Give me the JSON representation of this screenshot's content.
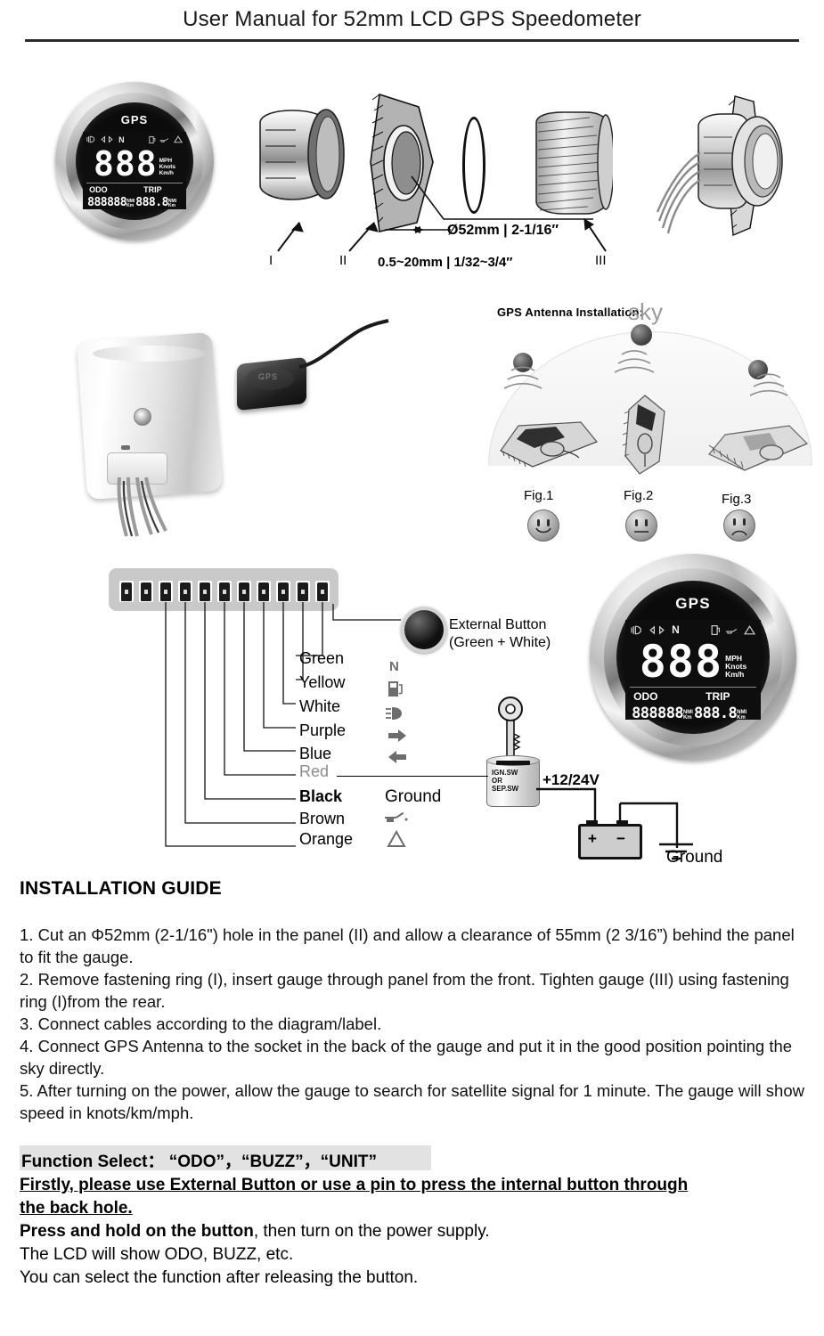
{
  "header": {
    "title": "User Manual for 52mm LCD GPS Speedometer"
  },
  "gauge": {
    "brand": "GPS",
    "speed_digits": "888",
    "units": [
      "MPH",
      "Knots",
      "Km/h"
    ],
    "odo_label": "ODO",
    "trip_label": "TRIP",
    "odo_digits": "888888",
    "trip_digits": "888.8",
    "odo_unit_top": "NMI",
    "odo_unit_bottom": "Km",
    "trip_unit_top": "NMI",
    "trip_unit_bottom": "Km",
    "indicator_icons": [
      "headlight-icon",
      "turn-left-icon",
      "turn-right-icon",
      "neutral-n",
      "fuel-icon",
      "oil-icon",
      "warning-icon"
    ],
    "neutral_letter": "N"
  },
  "exploded": {
    "callouts": [
      {
        "id": "I",
        "label": "I"
      },
      {
        "id": "II",
        "label": "II"
      },
      {
        "id": "III",
        "label": "III"
      }
    ],
    "hole_dimension": "Ø52mm | 2-1/16″",
    "panel_thickness": "0.5~20mm | 1/32~3/4″"
  },
  "antenna_section": {
    "title": "GPS Antenna Installation:",
    "sky_label": "sky",
    "figures": [
      {
        "label": "Fig.1",
        "mood": "happy"
      },
      {
        "label": "Fig.2",
        "mood": "neutral"
      },
      {
        "label": "Fig.3",
        "mood": "sad"
      }
    ]
  },
  "wiring": {
    "external_button_line1": "External Button",
    "external_button_line2": "(Green + White)",
    "wires": [
      {
        "color_label": "Green",
        "symbol": "N",
        "symbol_type": "neutral"
      },
      {
        "color_label": "Yellow",
        "symbol": "fuel-icon",
        "symbol_type": "fuel"
      },
      {
        "color_label": "White",
        "symbol": "headlight-icon",
        "symbol_type": "headlight"
      },
      {
        "color_label": "Purple",
        "symbol": "arrow-right-icon",
        "symbol_type": "arrow-right"
      },
      {
        "color_label": "Blue",
        "symbol": "arrow-left-icon",
        "symbol_type": "arrow-left"
      },
      {
        "color_label": "Red",
        "symbol": "",
        "symbol_type": "none"
      },
      {
        "color_label": "Black",
        "symbol": "Ground",
        "symbol_type": "text"
      },
      {
        "color_label": "Brown",
        "symbol": "oil-icon",
        "symbol_type": "oil"
      },
      {
        "color_label": "Orange",
        "symbol": "warning-icon",
        "symbol_type": "warning"
      }
    ],
    "ground_label": "Ground",
    "key_switch": {
      "line1": "IGN.SW",
      "line2": "OR",
      "line3": "SEP.SW"
    },
    "voltage_label": "+12/24V",
    "battery": {
      "plus": "+",
      "minus": "−"
    },
    "battery_ground_label": "Ground"
  },
  "install": {
    "heading": "INSTALLATION GUIDE",
    "steps": [
      "1. Cut an Φ52mm (2-1/16\") hole in the panel (II) and allow a clearance of 55mm (2 3/16”) behind the panel to fit the gauge.",
      "2. Remove fastening ring (I), insert gauge through panel from the front. Tighten gauge (III) using fastening ring (I)from the rear.",
      "3. Connect cables according to the diagram/label.",
      "4. Connect GPS Antenna to the socket in the back of the gauge and put it in the good position pointing the sky directly.",
      "5. After turning on the power, allow the gauge to search for satellite signal for 1 minute. The gauge will show speed in knots/km/mph."
    ]
  },
  "function_select": {
    "bar_text": "Function Select：  “ODO”，“BUZZ”，“UNIT”",
    "underlined_1": "Firstly, please use External Button or use a pin to press the internal button through",
    "underlined_2": "the back hole.",
    "bold_3": "Press and hold on the button",
    "rest_3": ", then turn on the power supply.",
    "line_4": "The LCD will show ODO, BUZZ, etc.",
    "line_5": "You can select the function after releasing the button."
  },
  "colors": {
    "text": "#111111",
    "rule": "#2b2b2b",
    "highlight": "#e2e2e2",
    "lcd_bg": "#0b0b0b"
  }
}
